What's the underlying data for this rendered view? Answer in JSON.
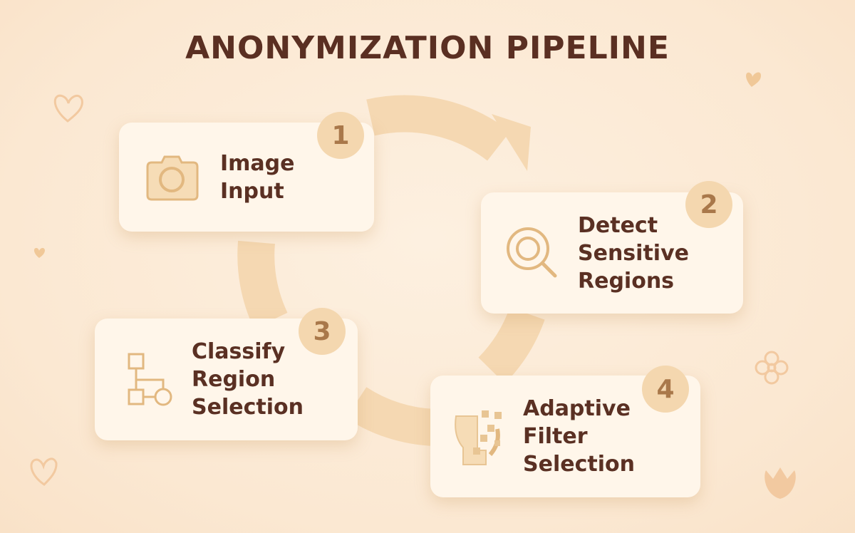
{
  "title": "ANONYMIZATION PIPELINE",
  "steps": [
    {
      "number": "1",
      "label": "Image Input",
      "lines": [
        "Image",
        "Input"
      ],
      "icon": "camera-icon"
    },
    {
      "number": "2",
      "label": "Detect Sensitive Regions",
      "lines": [
        "Detect",
        "Sensitive",
        "Regions"
      ],
      "icon": "magnifier-icon"
    },
    {
      "number": "3",
      "label": "Classify Region Selection",
      "lines": [
        "Classify",
        "Region",
        "Selection"
      ],
      "icon": "hierarchy-icon"
    },
    {
      "number": "4",
      "label": "Adaptive Filter Selection",
      "lines": [
        "Adaptive",
        "Filter",
        "Selection"
      ],
      "icon": "pixelated-face-icon"
    }
  ],
  "colors": {
    "background": "#fbe8d2",
    "text": "#5a3023",
    "accent": "#e2b880",
    "arrow": "#f5d8b2"
  }
}
